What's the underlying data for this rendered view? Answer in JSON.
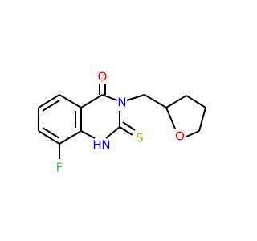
{
  "atoms": {
    "oxygen_carbonyl": {
      "symbol": "O",
      "color": "#ff0000"
    },
    "nitrogen_3": {
      "symbol": "N",
      "color": "#0000ff"
    },
    "nitrogen_1": {
      "symbol": "N",
      "color": "#0000ff",
      "hydrogen": "H"
    },
    "sulfur": {
      "symbol": "S",
      "color": "#b8a000"
    },
    "fluorine": {
      "symbol": "F",
      "color": "#33cc33"
    },
    "oxygen_ring": {
      "symbol": "O",
      "color": "#ff0000"
    }
  }
}
